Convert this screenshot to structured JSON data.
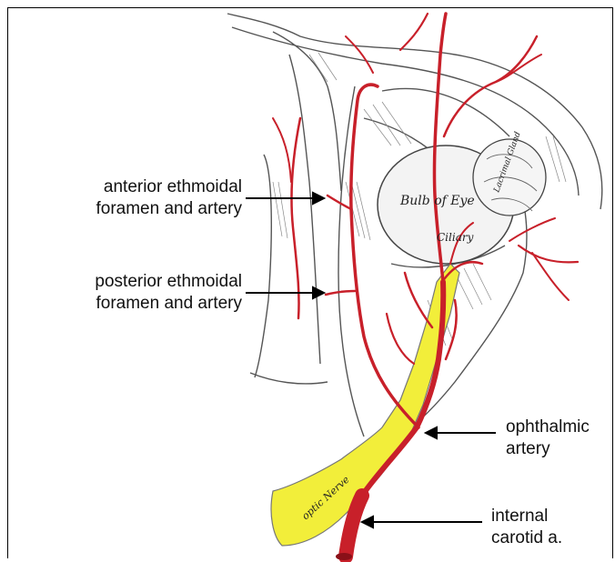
{
  "labels": {
    "anterior_ethmoidal_line1": "anterior ethmoidal",
    "anterior_ethmoidal_line2": "foramen and artery",
    "posterior_ethmoidal_line1": "posterior ethmoidal",
    "posterior_ethmoidal_line2": "foramen and artery",
    "ophthalmic_line1": "ophthalmic",
    "ophthalmic_line2": "artery",
    "internal_carotid_line1": "internal",
    "internal_carotid_line2": "carotid a."
  },
  "drawing_text": {
    "bulb_of_eye": "Bulb of Eye",
    "ciliary": "Ciliary",
    "optic_nerve": "optic Nerve",
    "lacrimal_gland": "Lacrimal Gland"
  },
  "colors": {
    "artery": "#c8202a",
    "artery_dark": "#8a1018",
    "optic_nerve": "#f2ee3a",
    "bone_line": "#555555",
    "background": "#ffffff"
  }
}
